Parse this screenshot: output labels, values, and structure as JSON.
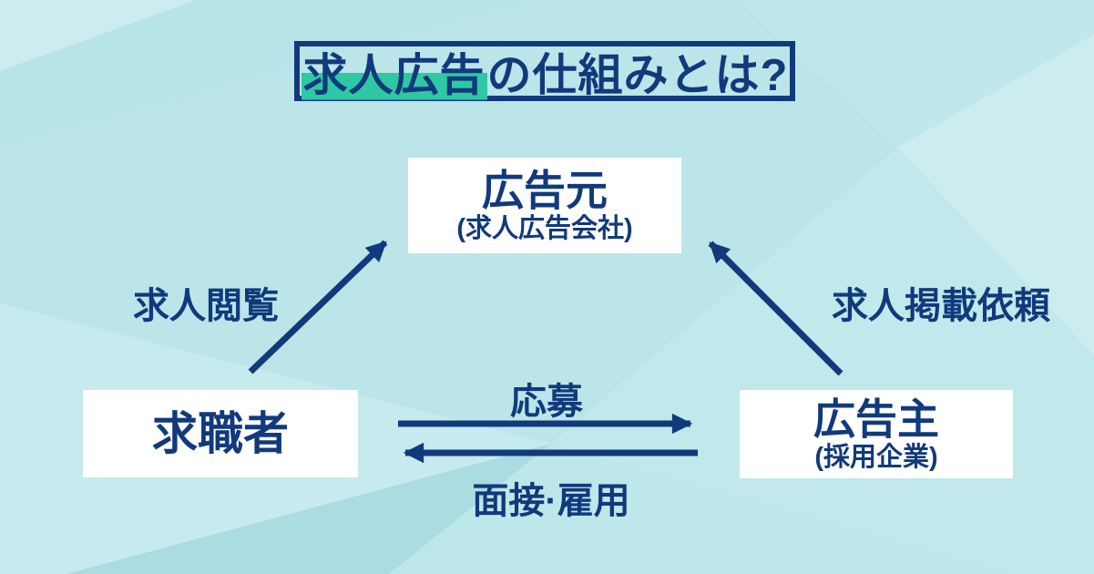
{
  "page": {
    "title_highlighted": "求人広告",
    "title_rest": "の仕組みとは?"
  },
  "diagram": {
    "type": "flow-diagram",
    "nodes": {
      "ad_source": {
        "label": "広告元",
        "sublabel": "(求人広告会社)"
      },
      "job_seeker": {
        "label": "求職者",
        "sublabel": ""
      },
      "advertiser": {
        "label": "広告主",
        "sublabel": "(採用企業)"
      }
    },
    "edges": {
      "job_view": {
        "label": "求人閲覧",
        "from": "求職者",
        "to": "広告元"
      },
      "posting_request": {
        "label": "求人掲載依頼",
        "from": "広告主",
        "to": "広告元"
      },
      "apply": {
        "label": "応募",
        "from": "求職者",
        "to": "広告主"
      },
      "interview_hire": {
        "label": "面接·雇用",
        "from": "広告主",
        "to": "求職者"
      }
    }
  },
  "colors": {
    "navy": "#113a7c",
    "green_highlight": "#2fc8a4",
    "background": "#b6e4e8",
    "node_background": "#ffffff"
  }
}
